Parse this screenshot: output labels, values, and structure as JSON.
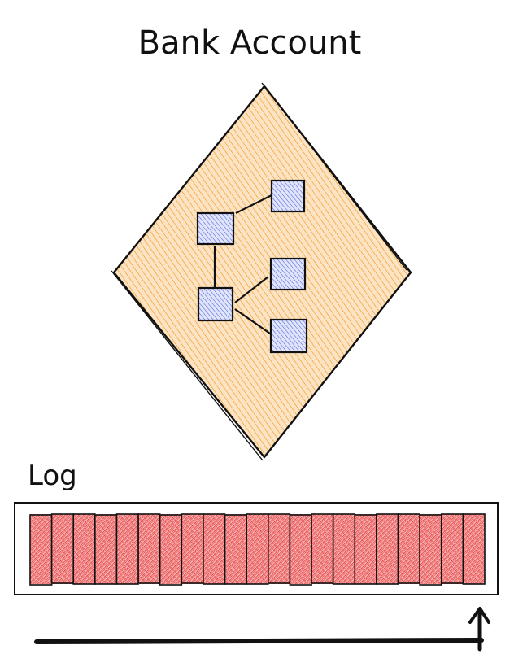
{
  "diagram": {
    "title": "Bank Account",
    "log_label": "Log",
    "colors": {
      "diamond_fill": "#f08c00",
      "node_fill": "#4c5fd5",
      "log_cell_fill": "#e03131",
      "stroke": "#111111"
    },
    "nodes": [
      {
        "id": "n1"
      },
      {
        "id": "n2"
      },
      {
        "id": "n3"
      },
      {
        "id": "n4"
      },
      {
        "id": "n5"
      }
    ],
    "edges": [
      {
        "from": "n1",
        "to": "n2"
      },
      {
        "from": "n1",
        "to": "n3"
      },
      {
        "from": "n3",
        "to": "n4"
      },
      {
        "from": "n3",
        "to": "n5"
      }
    ],
    "log": {
      "cell_count": 21,
      "icons": {
        "pointer": "up-arrow-icon"
      }
    }
  }
}
